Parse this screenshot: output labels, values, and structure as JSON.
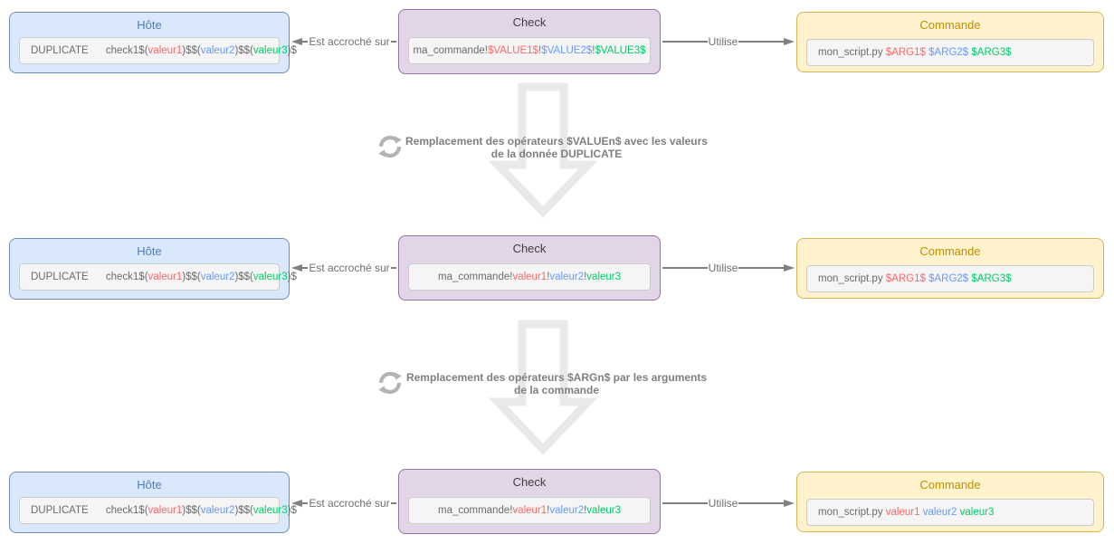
{
  "colors": {
    "gray": "#6b6b6b",
    "red": "#ff6666",
    "blue": "#6699ff",
    "green": "#00cc66",
    "hote_bg": "#dae8fc",
    "hote_border": "#6c8ebf",
    "hote_title": "#4d7cbe",
    "check_bg": "#e1d5e7",
    "check_border": "#9673a6",
    "check_title": "#404040",
    "commande_bg": "#fff2cc",
    "commande_border": "#d6b656",
    "commande_title": "#bf9000",
    "connector": "#808080",
    "connector_label": "#6f6f6f",
    "transition_text": "#7f7f7f",
    "big_arrow": "#e9e9e9",
    "sync_icon": "#b3b3b3"
  },
  "box_titles": {
    "hote": "Hôte",
    "check": "Check",
    "commande": "Commande"
  },
  "connectors": {
    "left_label": "Est accroché sur",
    "right_label": "Utilise"
  },
  "rows": [
    {
      "hote_segments": [
        {
          "t": "DUPLICATE",
          "c": "gray"
        },
        {
          "t": "      check1$(",
          "c": "gray"
        },
        {
          "t": "valeur1",
          "c": "red"
        },
        {
          "t": ")$$(",
          "c": "gray"
        },
        {
          "t": "valeur2",
          "c": "blue"
        },
        {
          "t": ")$$(",
          "c": "gray"
        },
        {
          "t": "valeur3",
          "c": "green"
        },
        {
          "t": ")$",
          "c": "gray"
        }
      ],
      "check_segments": [
        {
          "t": "ma_commande!",
          "c": "gray"
        },
        {
          "t": "$VALUE1$",
          "c": "red"
        },
        {
          "t": "!",
          "c": "gray"
        },
        {
          "t": "$VALUE2$",
          "c": "blue"
        },
        {
          "t": "!",
          "c": "gray"
        },
        {
          "t": "$VALUE3$",
          "c": "green"
        }
      ],
      "commande_segments": [
        {
          "t": "mon_script.py ",
          "c": "gray"
        },
        {
          "t": "$ARG1$",
          "c": "red"
        },
        {
          "t": " ",
          "c": "gray"
        },
        {
          "t": "$ARG2$",
          "c": "blue"
        },
        {
          "t": " ",
          "c": "gray"
        },
        {
          "t": "$ARG3$",
          "c": "green"
        }
      ]
    },
    {
      "hote_segments": [
        {
          "t": "DUPLICATE",
          "c": "gray"
        },
        {
          "t": "      check1$(",
          "c": "gray"
        },
        {
          "t": "valeur1",
          "c": "red"
        },
        {
          "t": ")$$(",
          "c": "gray"
        },
        {
          "t": "valeur2",
          "c": "blue"
        },
        {
          "t": ")$$(",
          "c": "gray"
        },
        {
          "t": "valeur3",
          "c": "green"
        },
        {
          "t": ")$",
          "c": "gray"
        }
      ],
      "check_segments": [
        {
          "t": "ma_commande!",
          "c": "gray"
        },
        {
          "t": "valeur1",
          "c": "red"
        },
        {
          "t": "!",
          "c": "gray"
        },
        {
          "t": "valeur2",
          "c": "blue"
        },
        {
          "t": "!",
          "c": "gray"
        },
        {
          "t": "valeur3",
          "c": "green"
        }
      ],
      "commande_segments": [
        {
          "t": "mon_script.py ",
          "c": "gray"
        },
        {
          "t": "$ARG1$",
          "c": "red"
        },
        {
          "t": " ",
          "c": "gray"
        },
        {
          "t": "$ARG2$",
          "c": "blue"
        },
        {
          "t": " ",
          "c": "gray"
        },
        {
          "t": "$ARG3$",
          "c": "green"
        }
      ]
    },
    {
      "hote_segments": [
        {
          "t": "DUPLICATE",
          "c": "gray"
        },
        {
          "t": "      check1$(",
          "c": "gray"
        },
        {
          "t": "valeur1",
          "c": "red"
        },
        {
          "t": ")$$(",
          "c": "gray"
        },
        {
          "t": "valeur2",
          "c": "blue"
        },
        {
          "t": ")$$(",
          "c": "gray"
        },
        {
          "t": "valeur3",
          "c": "green"
        },
        {
          "t": ")$",
          "c": "gray"
        }
      ],
      "check_segments": [
        {
          "t": "ma_commande!",
          "c": "gray"
        },
        {
          "t": "valeur1",
          "c": "red"
        },
        {
          "t": "!",
          "c": "gray"
        },
        {
          "t": "valeur2",
          "c": "blue"
        },
        {
          "t": "!",
          "c": "gray"
        },
        {
          "t": "valeur3",
          "c": "green"
        }
      ],
      "commande_segments": [
        {
          "t": "mon_script.py ",
          "c": "gray"
        },
        {
          "t": "valeur1",
          "c": "red"
        },
        {
          "t": " ",
          "c": "gray"
        },
        {
          "t": "valeur2",
          "c": "blue"
        },
        {
          "t": " ",
          "c": "gray"
        },
        {
          "t": "valeur3",
          "c": "green"
        }
      ]
    }
  ],
  "transitions": [
    {
      "line1": "Remplacement des opérateurs $VALUEn$ avec les valeurs",
      "line2": "de la donnée DUPLICATE"
    },
    {
      "line1": "Remplacement des opérateurs $ARGn$ par les arguments",
      "line2": "de la commande"
    }
  ]
}
